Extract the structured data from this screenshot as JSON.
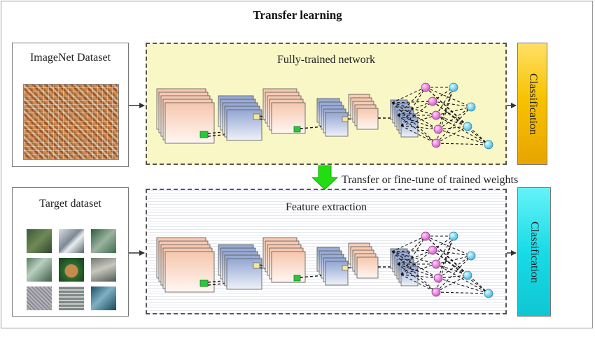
{
  "title": "Transfer learning",
  "source_box": {
    "label": "ImageNet Dataset"
  },
  "target_box": {
    "label": "Target dataset"
  },
  "top_panel": {
    "label": "Fully-trained network",
    "color": "#faf7c7"
  },
  "bottom_panel": {
    "label": "Feature extraction"
  },
  "classification_top": {
    "label": "Classification",
    "color": "#f5b800"
  },
  "classification_bottom": {
    "label": "Classification",
    "color": "#1ee0ea"
  },
  "transfer": {
    "label": "Transfer or fine-tune of trained weights",
    "arrow_color": "#22dd11"
  },
  "colors": {
    "conv_peach": "#f4cdb6",
    "conv_blue": "#9fb0d6",
    "node_pink": "#ea7fe0",
    "node_cyan": "#5ecbe8",
    "kernel_green": "#27c93a"
  }
}
